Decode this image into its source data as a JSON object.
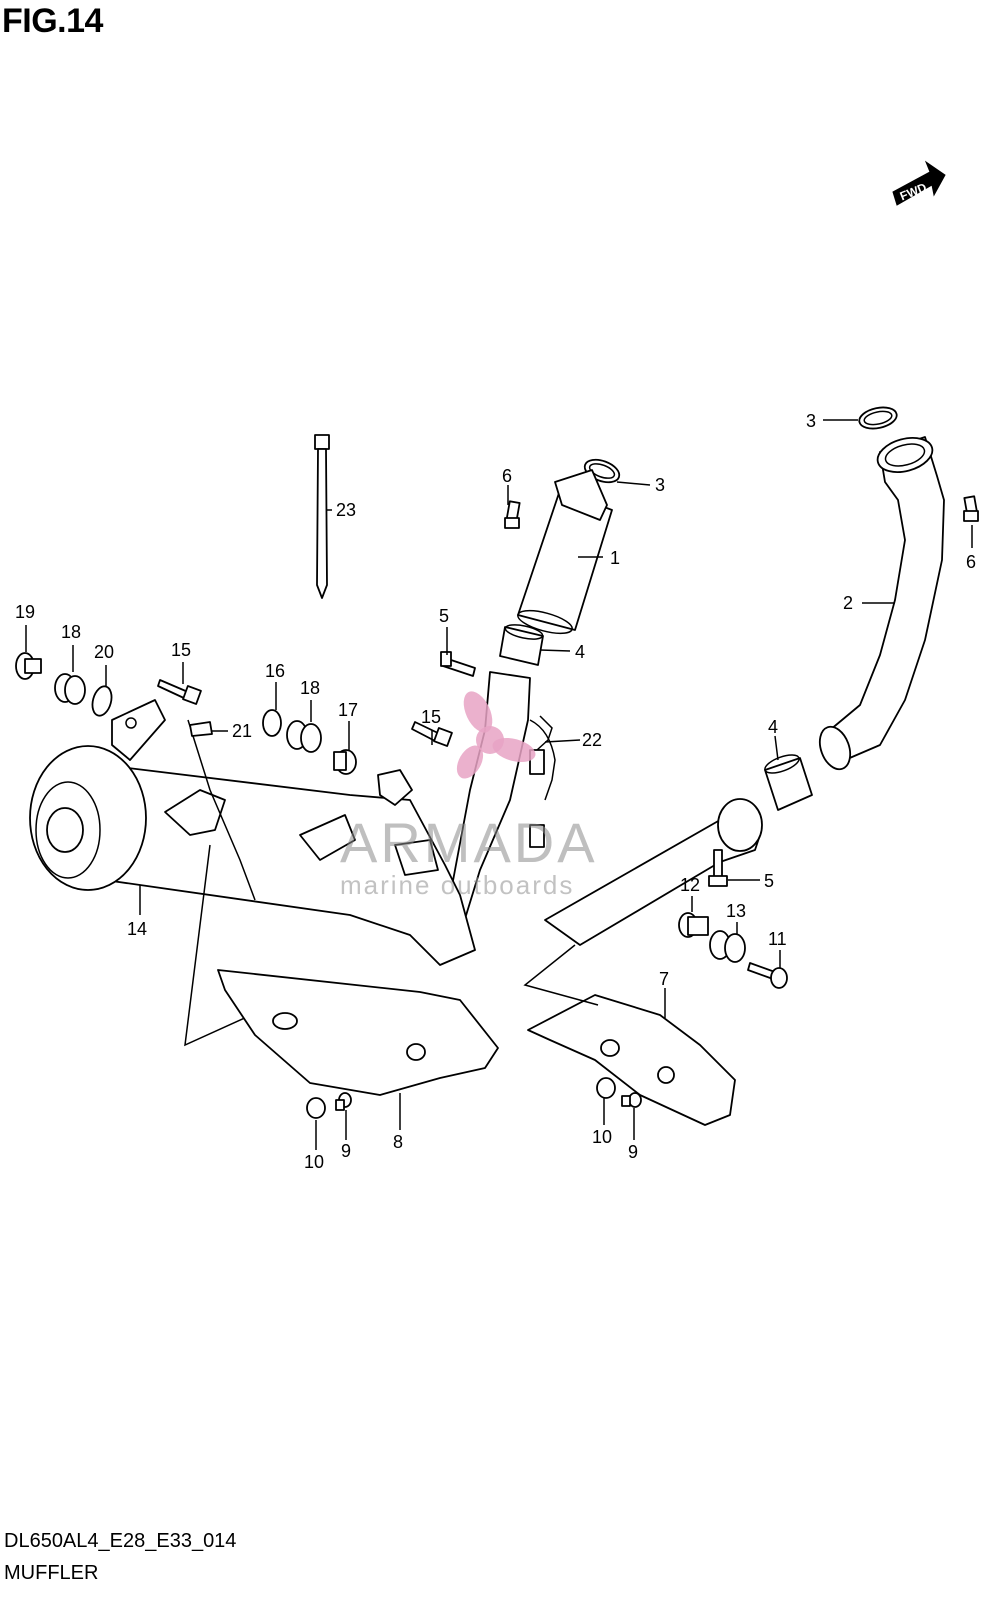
{
  "figure": {
    "title": "FIG.14",
    "model_code": "DL650AL4_E28_E33_014",
    "section_name": "MUFFLER",
    "direction_badge": "FWD"
  },
  "watermark": {
    "brand": "ARMADA",
    "tagline": "marine outboards",
    "logo_color": "#e8a3c4"
  },
  "callouts": {
    "c1": "1",
    "c2": "2",
    "c3a": "3",
    "c3b": "3",
    "c4a": "4",
    "c4b": "4",
    "c5a": "5",
    "c5b": "5",
    "c6a": "6",
    "c6b": "6",
    "c7": "7",
    "c8": "8",
    "c9a": "9",
    "c9b": "9",
    "c10a": "10",
    "c10b": "10",
    "c11": "11",
    "c12": "12",
    "c13": "13",
    "c14": "14",
    "c15a": "15",
    "c15b": "15",
    "c16": "16",
    "c17": "17",
    "c18a": "18",
    "c18b": "18",
    "c19": "19",
    "c20": "20",
    "c21": "21",
    "c22": "22",
    "c23": "23"
  }
}
